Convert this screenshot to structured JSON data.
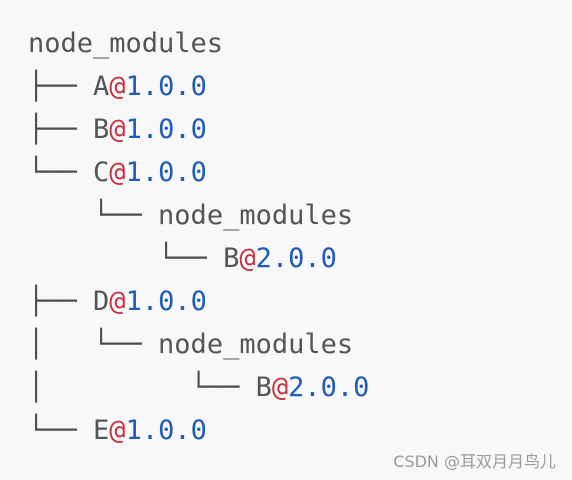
{
  "tree": {
    "lines": [
      {
        "prefix": "",
        "name": "node_modules",
        "at": "",
        "version": ""
      },
      {
        "prefix": "├── ",
        "name": "A",
        "at": "@",
        "version": "1.0.0"
      },
      {
        "prefix": "├── ",
        "name": "B",
        "at": "@",
        "version": "1.0.0"
      },
      {
        "prefix": "└── ",
        "name": "C",
        "at": "@",
        "version": "1.0.0"
      },
      {
        "prefix": "    └── ",
        "name": "node_modules",
        "at": "",
        "version": ""
      },
      {
        "prefix": "        └── ",
        "name": "B",
        "at": "@",
        "version": "2.0.0"
      },
      {
        "prefix": "├── ",
        "name": "D",
        "at": "@",
        "version": "1.0.0"
      },
      {
        "prefix": "│   └── ",
        "name": "node_modules",
        "at": "",
        "version": ""
      },
      {
        "prefix": "│         └── ",
        "name": "B",
        "at": "@",
        "version": "2.0.0"
      },
      {
        "prefix": "└── ",
        "name": "E",
        "at": "@",
        "version": "1.0.0"
      }
    ]
  },
  "watermark": "CSDN @耳双月月鸟儿",
  "colors": {
    "background": "#f8f8fa",
    "text": "#555555",
    "at_sign": "#c7353f",
    "version": "#1f5bb8"
  }
}
